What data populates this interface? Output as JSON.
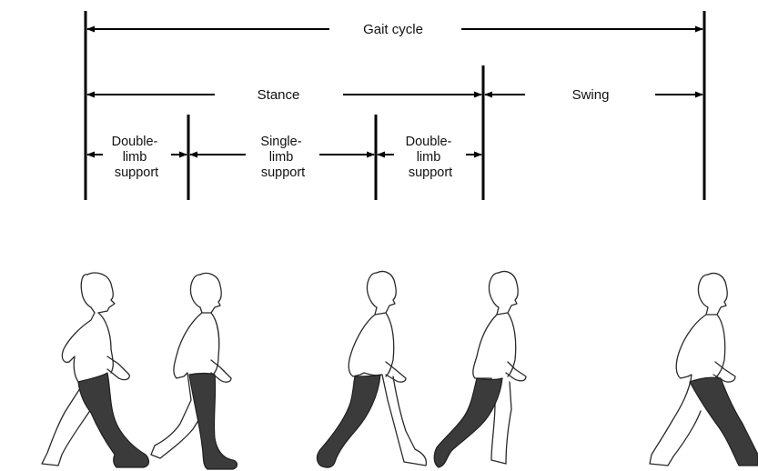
{
  "diagram": {
    "gait_cycle_label": "Gait cycle",
    "stance_label": "Stance",
    "swing_label": "Swing",
    "double_limb_1": [
      "Double-",
      "limb",
      "support"
    ],
    "single_limb": [
      "Single-",
      "limb",
      "support"
    ],
    "double_limb_2": [
      "Double-",
      "limb",
      "support"
    ]
  },
  "figures": {
    "count": 5,
    "shaded_leg_color": "#3b3b3b",
    "outline_color": "#2a2a2a"
  }
}
